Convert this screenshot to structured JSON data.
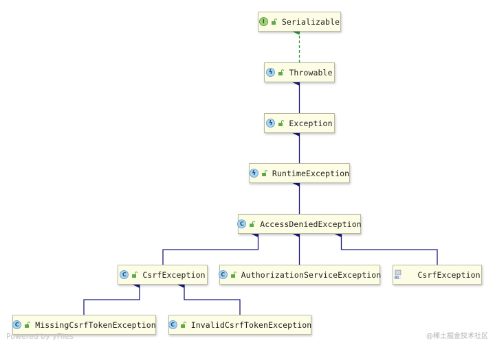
{
  "nodes": {
    "serializable": {
      "label": "Serializable",
      "kind": "interface",
      "badge": "I"
    },
    "throwable": {
      "label": "Throwable",
      "kind": "throwable",
      "badge": "ϟ"
    },
    "exception": {
      "label": "Exception",
      "kind": "throwable",
      "badge": "ϟ"
    },
    "runtime_exception": {
      "label": "RuntimeException",
      "kind": "throwable",
      "badge": "ϟ"
    },
    "access_denied_exception": {
      "label": "AccessDeniedException",
      "kind": "class",
      "badge": "C"
    },
    "csrf_exception": {
      "label": "CsrfException",
      "kind": "class",
      "badge": "C"
    },
    "authorization_service_exception": {
      "label": "AuthorizationServiceException",
      "kind": "class",
      "badge": "C"
    },
    "csrf_exception_file": {
      "label": "CsrfException",
      "kind": "class-file",
      "badge": "01"
    },
    "missing_csrf_token_exception": {
      "label": "MissingCsrfTokenException",
      "kind": "class",
      "badge": "C"
    },
    "invalid_csrf_token_exception": {
      "label": "InvalidCsrfTokenException",
      "kind": "class",
      "badge": "C"
    }
  },
  "edges": [
    {
      "from": "throwable",
      "to": "serializable",
      "type": "implements"
    },
    {
      "from": "exception",
      "to": "throwable",
      "type": "extends"
    },
    {
      "from": "runtime_exception",
      "to": "exception",
      "type": "extends"
    },
    {
      "from": "access_denied_exception",
      "to": "runtime_exception",
      "type": "extends"
    },
    {
      "from": "csrf_exception",
      "to": "access_denied_exception",
      "type": "extends"
    },
    {
      "from": "authorization_service_exception",
      "to": "access_denied_exception",
      "type": "extends"
    },
    {
      "from": "csrf_exception_file",
      "to": "access_denied_exception",
      "type": "extends"
    },
    {
      "from": "missing_csrf_token_exception",
      "to": "csrf_exception",
      "type": "extends"
    },
    {
      "from": "invalid_csrf_token_exception",
      "to": "csrf_exception",
      "type": "extends"
    }
  ],
  "colors": {
    "extends_edge": "#1a1a80",
    "implements_edge": "#2e9b3a",
    "node_fill": "#fdfde6"
  },
  "watermark": {
    "left": "Powered by yFiles",
    "right": "@稀土掘金技术社区"
  }
}
